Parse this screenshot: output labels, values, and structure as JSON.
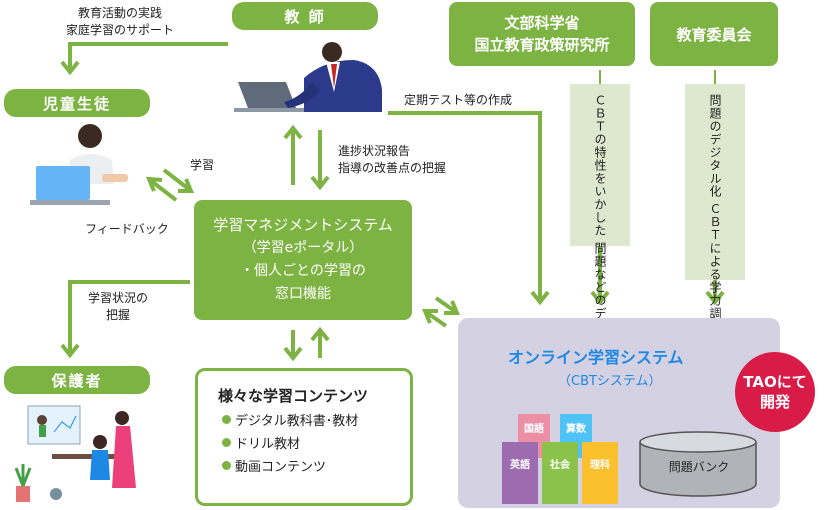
{
  "nodes": {
    "teacher": "教 師",
    "mext": [
      "文部科学省",
      "国立教育政策研究所"
    ],
    "board": "教育委員会",
    "student": "児童生徒",
    "guardian": "保護者",
    "lms": {
      "title": "学習マネジメントシステム",
      "sub": "（学習eポータル）",
      "line1": "・個人ごとの学習の",
      "line2": "窓口機能"
    },
    "contents": {
      "title": "様々な学習コンテンツ",
      "items": [
        "デジタル教科書･教材",
        "ドリル教材",
        "動画コンテンツ"
      ]
    },
    "system": {
      "title": "オンライン学習システム",
      "sub": "（CBTシステム）",
      "tao": [
        "TAOにて",
        "開発"
      ],
      "bank": "問題バンク",
      "books": [
        "国語",
        "算数",
        "英語",
        "社会",
        "理科"
      ]
    }
  },
  "labels": {
    "teacher_to_student": [
      "教育活動の実践",
      "家庭学習のサポート"
    ],
    "test_creation": "定期テスト等の作成",
    "progress": [
      "進捗状況報告",
      "指導の改善点の把握"
    ],
    "learning": "学習",
    "feedback": "フィードバック",
    "status": [
      "学習状況の",
      "把握"
    ],
    "mext_note": [
      "ＣＢＴの特性をいかした",
      "問題などのデジタル化"
    ],
    "board_note": [
      "問題のデジタル化",
      "ＣＢＴによる学力調査等の実施"
    ]
  },
  "colors": {
    "green": "#7cb342",
    "light_green": "#dde8cf",
    "lavender": "#d4d1e3",
    "blue_title": "#1e88e5",
    "red": "#d81b47"
  }
}
